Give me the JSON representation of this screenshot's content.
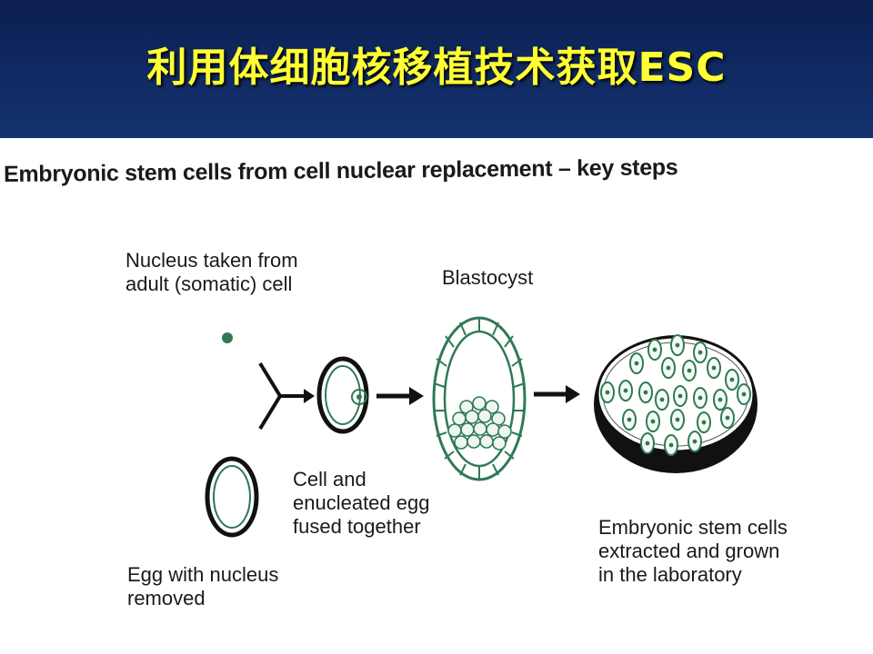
{
  "slide": {
    "title": "利用体细胞核移植技术获取ESC"
  },
  "figure": {
    "title": "Embryonic stem cells from cell nuclear replacement – key steps",
    "labels": {
      "nucleus": [
        "Nucleus taken from",
        "adult (somatic) cell"
      ],
      "egg": [
        "Egg with nucleus",
        "removed"
      ],
      "fused": [
        "Cell and",
        "enucleated egg",
        "fused together"
      ],
      "blastocyst": "Blastocyst",
      "esc": [
        "Embryonic stem cells",
        "extracted and grown",
        "in the laboratory"
      ]
    },
    "colors": {
      "cell_outline": "#2f7a55",
      "nucleus_fill": "#2f7a55",
      "dish_rim": "#111111",
      "arrow": "#111111",
      "header_bg": "#102a63",
      "title_text": "#ffff33"
    }
  }
}
